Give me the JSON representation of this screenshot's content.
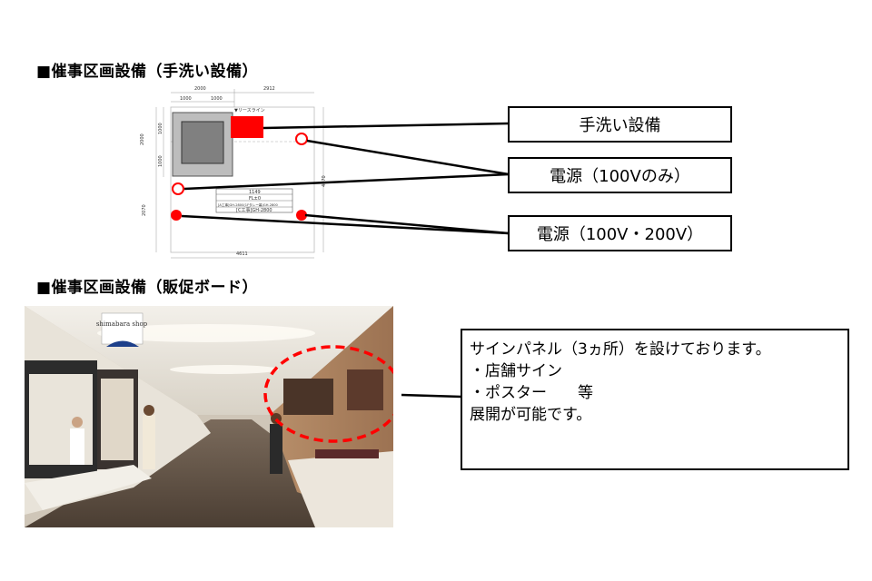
{
  "sections": {
    "handwash_heading": "■催事区画設備（手洗い設備）",
    "board_heading": "■催事区画設備（販促ボード）"
  },
  "floorplan": {
    "dim_top_left": "2000",
    "dim_top_right": "2912",
    "dim_sub_1": "1000",
    "dim_sub_2": "1000",
    "lease_line": "▼リースライン",
    "dim_left_1": "1000",
    "dim_left_2": "1000",
    "dim_left_total": "2000",
    "dim_left_lower": "2070",
    "dim_right": "4070",
    "dim_bottom": "4611",
    "table_row_1": "1149",
    "table_row_2": "FL±0",
    "table_row_3": "[A工事]GH-2800(1Fタレー幕)GH-2800",
    "table_row_4": "[C工事]GH-2800"
  },
  "callouts": {
    "handwash": "手洗い設備",
    "power_100": "電源（100Vのみ）",
    "power_100_200": "電源（100V・200V）"
  },
  "note": {
    "line1": "サインパネル（3ヵ所）を設けております。",
    "line2": "・店舗サイン",
    "line3": "・ポスター　　等",
    "line4": "展開が可能です。"
  },
  "photo": {
    "shop_sign": "shimabara shop",
    "store_name": "shimabara shop"
  },
  "colors": {
    "handwash_fill": "#ff0000",
    "power_red": "#ff0000",
    "highlight_dash": "#ff0000"
  }
}
